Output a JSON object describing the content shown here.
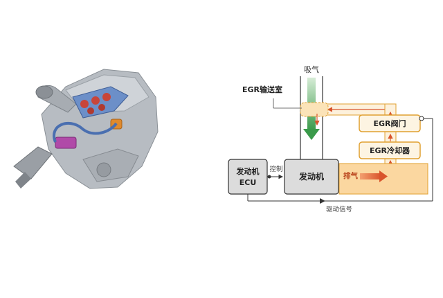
{
  "diagram": {
    "intake_label": "吸气",
    "egr_chamber_label": "EGR输送室",
    "egr_valve_label": "EGR阀门",
    "egr_cooler_label": "EGR冷却器",
    "engine_label": "发动机",
    "ecu_label_line1": "发动机",
    "ecu_label_line2": "ECU",
    "control_label": "控制",
    "exhaust_label": "排气",
    "drive_signal_label": "驱动信号"
  },
  "colors": {
    "intake_arrow": "#3a9a4a",
    "exhaust_fill": "#fbd7a0",
    "egr_arrow": "#d9542c",
    "box_fill": "#dcdcdc",
    "component_border": "#e0a030",
    "component_fill": "#fdf4e2"
  }
}
